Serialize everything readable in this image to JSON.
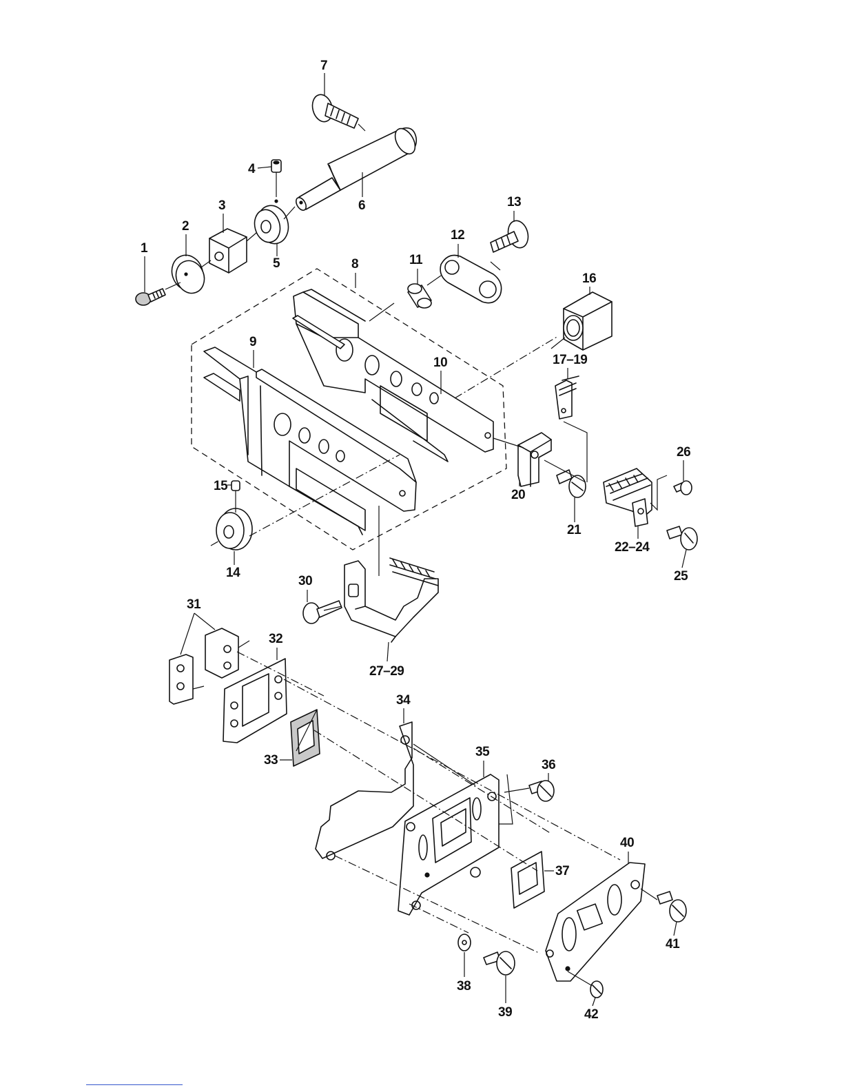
{
  "labels": {
    "p1": "1",
    "p2": "2",
    "p3": "3",
    "p4": "4",
    "p5": "5",
    "p6": "6",
    "p7": "7",
    "p8": "8",
    "p9": "9",
    "p10": "10",
    "p11": "11",
    "p12": "12",
    "p13": "13",
    "p14": "14",
    "p15": "15",
    "p16": "16",
    "p17_19": "17–19",
    "p20": "20",
    "p21": "21",
    "p22_24": "22–24",
    "p25": "25",
    "p26": "26",
    "p27_29": "27–29",
    "p30": "30",
    "p31": "31",
    "p32": "32",
    "p33": "33",
    "p34": "34",
    "p35": "35",
    "p36": "36",
    "p37": "37",
    "p38": "38",
    "p39": "39",
    "p40": "40",
    "p41": "41",
    "p42": "42"
  }
}
